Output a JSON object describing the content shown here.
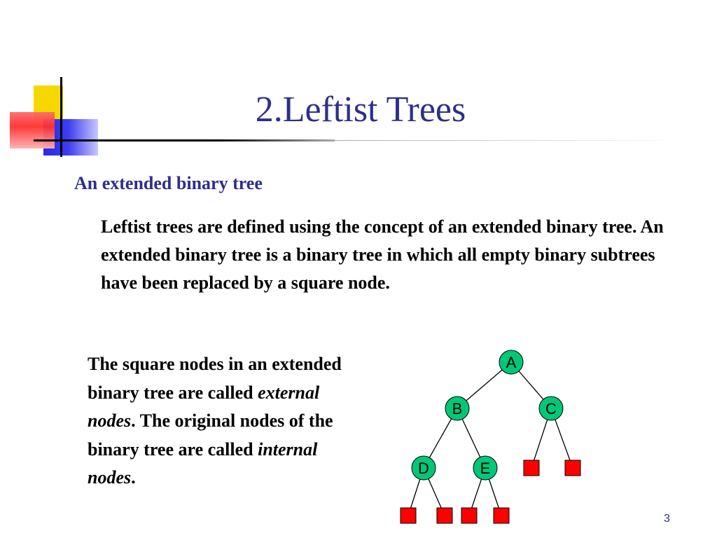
{
  "slide": {
    "title": "2.Leftist Trees",
    "subtitle": "An extended binary tree",
    "paragraph1": "Leftist trees are defined using the concept of an extended binary tree. An extended binary tree is a binary tree in which all empty binary subtrees have been replaced by a square node.",
    "paragraph2": {
      "part1": "The square nodes in an extended binary tree are called ",
      "em1": "external nodes",
      "part2": ". The original nodes of the binary tree are called ",
      "em2": "internal nodes",
      "part3": "."
    },
    "page_number": "3"
  },
  "tree": {
    "colors": {
      "internal_fill": "#00c878",
      "external_fill": "#ff0000",
      "edge": "#000000"
    },
    "internal_nodes": [
      {
        "label": "A"
      },
      {
        "label": "B"
      },
      {
        "label": "C"
      },
      {
        "label": "D"
      },
      {
        "label": "E"
      }
    ],
    "external_nodes": 6
  }
}
